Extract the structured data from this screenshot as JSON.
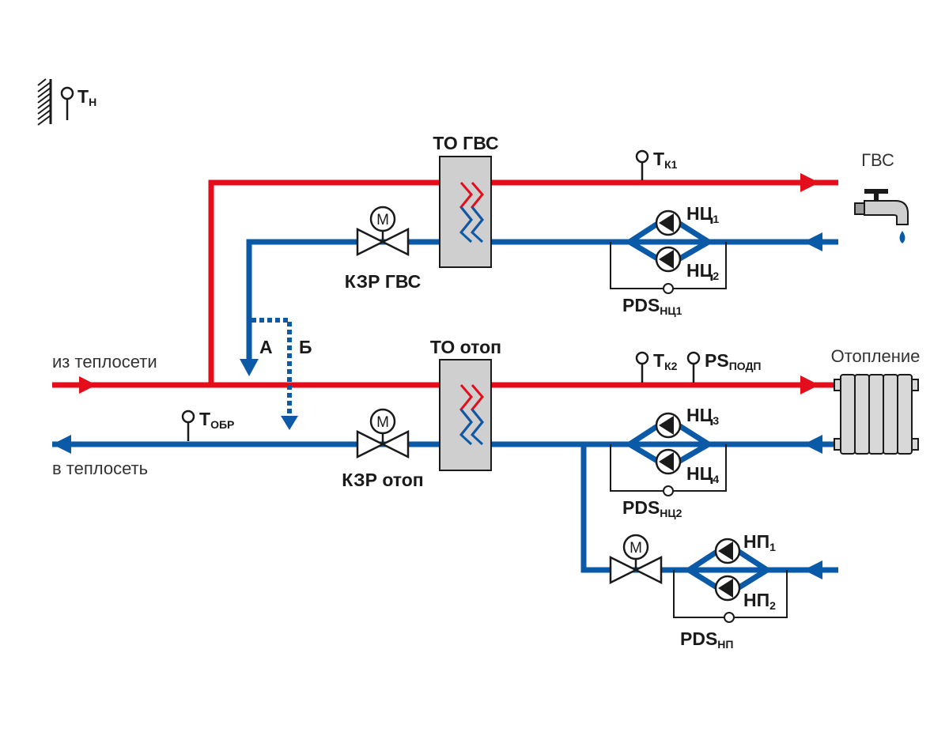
{
  "colors": {
    "supply": "#e30d1b",
    "return": "#0a5aa8",
    "exchanger_fill": "#cfcfcf",
    "outline": "#1a1a1a"
  },
  "labels": {
    "outdoor_temp": {
      "main": "T",
      "sub": "Н"
    },
    "to_gvs": "ТО ГВС",
    "to_otop": "ТО отоп",
    "tk1": {
      "main": "T",
      "sub": "К1"
    },
    "tk2": {
      "main": "T",
      "sub": "К2"
    },
    "ps_podp": {
      "main": "PS",
      "sub": "ПОДП"
    },
    "tobr": {
      "main": "T",
      "sub": "ОБР"
    },
    "gvs": "ГВС",
    "otoplenie": "Отопление",
    "iz_teploseti": "из теплосети",
    "v_teploset": "в теплосеть",
    "kzr_gvs": "КЗР ГВС",
    "kzr_otop": "КЗР отоп",
    "nc1": {
      "main": "НЦ",
      "sub": "1"
    },
    "nc2": {
      "main": "НЦ",
      "sub": "2"
    },
    "nc3": {
      "main": "НЦ",
      "sub": "3"
    },
    "nc4": {
      "main": "НЦ",
      "sub": "4"
    },
    "np1": {
      "main": "НП",
      "sub": "1"
    },
    "np2": {
      "main": "НП",
      "sub": "2"
    },
    "pds_nc1": {
      "main": "PDS",
      "sub": "НЦ1"
    },
    "pds_nc2": {
      "main": "PDS",
      "sub": "НЦ2"
    },
    "pds_np": {
      "main": "PDS",
      "sub": "НП"
    },
    "a": "А",
    "b": "Б",
    "motor": "M"
  }
}
